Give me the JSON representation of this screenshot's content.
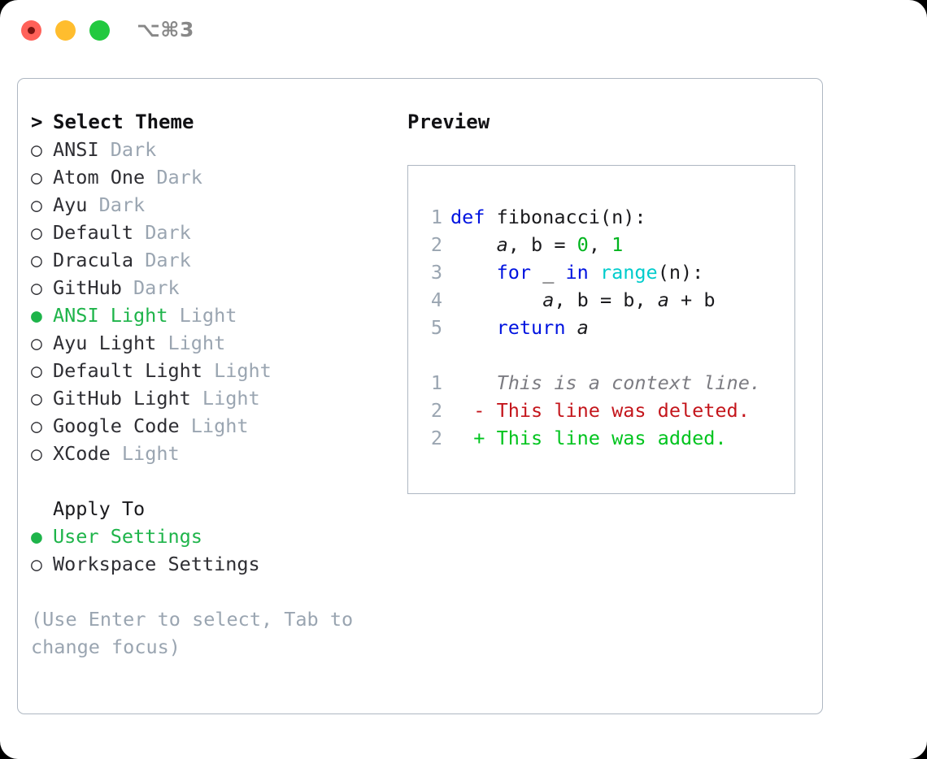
{
  "titlebar": {
    "shortcut": "⌥⌘3",
    "buttons": [
      {
        "name": "close",
        "color": "#ff6159"
      },
      {
        "name": "minimize",
        "color": "#ffbd2e"
      },
      {
        "name": "maximize",
        "color": "#22c93f"
      }
    ]
  },
  "accent": {
    "selected_green": "#1eb44a",
    "muted_gray": "#9aa5b1",
    "border": "#aeb7c2"
  },
  "theme_picker": {
    "caret": ">",
    "heading": "Select Theme",
    "marker_selected": "●",
    "marker_unselected": "○",
    "items": [
      {
        "name": "ANSI",
        "kind": "Dark",
        "selected": false
      },
      {
        "name": "Atom One",
        "kind": "Dark",
        "selected": false
      },
      {
        "name": "Ayu",
        "kind": "Dark",
        "selected": false
      },
      {
        "name": "Default",
        "kind": "Dark",
        "selected": false
      },
      {
        "name": "Dracula",
        "kind": "Dark",
        "selected": false
      },
      {
        "name": "GitHub",
        "kind": "Dark",
        "selected": false
      },
      {
        "name": "ANSI Light",
        "kind": "Light",
        "selected": true
      },
      {
        "name": "Ayu Light",
        "kind": "Light",
        "selected": false
      },
      {
        "name": "Default Light",
        "kind": "Light",
        "selected": false
      },
      {
        "name": "GitHub Light",
        "kind": "Light",
        "selected": false
      },
      {
        "name": "Google Code",
        "kind": "Light",
        "selected": false
      },
      {
        "name": "XCode",
        "kind": "Light",
        "selected": false
      }
    ]
  },
  "apply_to": {
    "label": "Apply To",
    "items": [
      {
        "name": "User Settings",
        "selected": true
      },
      {
        "name": "Workspace Settings",
        "selected": false
      }
    ]
  },
  "hint": "(Use Enter to select, Tab to change focus)",
  "preview": {
    "title": "Preview",
    "code": {
      "lines": [
        {
          "no": "1",
          "tokens": [
            {
              "t": "def ",
              "c": "kw"
            },
            {
              "t": "fibonacci(n):",
              "c": "plain"
            }
          ]
        },
        {
          "no": "2",
          "tokens": [
            {
              "t": "    ",
              "c": "plain"
            },
            {
              "t": "a",
              "c": "var"
            },
            {
              "t": ", ",
              "c": "plain"
            },
            {
              "t": "b",
              "c": "plain"
            },
            {
              "t": " = ",
              "c": "plain"
            },
            {
              "t": "0",
              "c": "num"
            },
            {
              "t": ", ",
              "c": "plain"
            },
            {
              "t": "1",
              "c": "num"
            }
          ]
        },
        {
          "no": "3",
          "tokens": [
            {
              "t": "    ",
              "c": "plain"
            },
            {
              "t": "for",
              "c": "kw"
            },
            {
              "t": " _ ",
              "c": "plain"
            },
            {
              "t": "in",
              "c": "kw"
            },
            {
              "t": " ",
              "c": "plain"
            },
            {
              "t": "range",
              "c": "fn"
            },
            {
              "t": "(n):",
              "c": "plain"
            }
          ]
        },
        {
          "no": "4",
          "tokens": [
            {
              "t": "        ",
              "c": "plain"
            },
            {
              "t": "a",
              "c": "var"
            },
            {
              "t": ", ",
              "c": "plain"
            },
            {
              "t": "b",
              "c": "plain"
            },
            {
              "t": " = ",
              "c": "plain"
            },
            {
              "t": "b",
              "c": "plain"
            },
            {
              "t": ", ",
              "c": "plain"
            },
            {
              "t": "a",
              "c": "var"
            },
            {
              "t": " + ",
              "c": "plain"
            },
            {
              "t": "b",
              "c": "plain"
            }
          ]
        },
        {
          "no": "5",
          "tokens": [
            {
              "t": "    ",
              "c": "plain"
            },
            {
              "t": "return",
              "c": "kw"
            },
            {
              "t": " ",
              "c": "plain"
            },
            {
              "t": "a",
              "c": "var"
            }
          ]
        }
      ]
    },
    "diff": {
      "lines": [
        {
          "no": "1",
          "sign": " ",
          "text": "This is a context line.",
          "c": "ctx"
        },
        {
          "no": "2",
          "sign": "-",
          "text": "This line was deleted.",
          "c": "del"
        },
        {
          "no": "2",
          "sign": "+",
          "text": "This line was added.",
          "c": "add"
        }
      ]
    }
  }
}
